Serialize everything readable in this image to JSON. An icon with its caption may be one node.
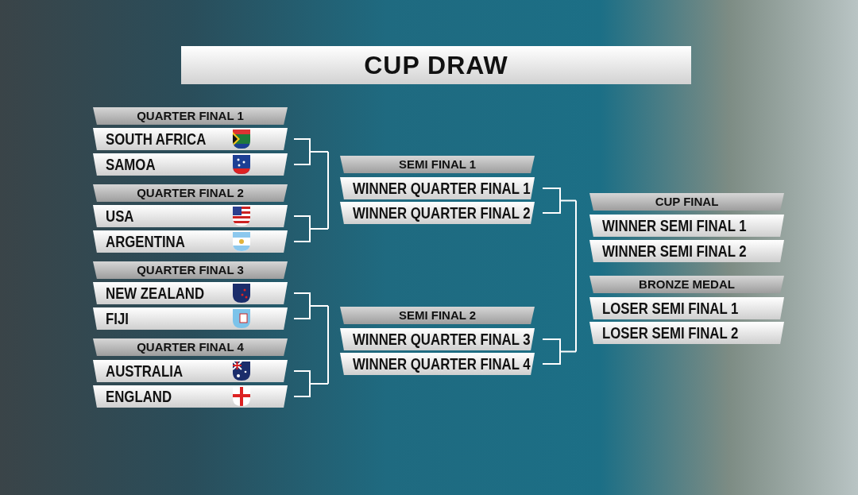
{
  "diagram": {
    "title": "CUP DRAW",
    "nodes": [
      {
        "text": [
          "QUARTER FINAL 1"
        ]
      },
      {
        "text": [
          "SOUTH AFRICA"
        ]
      },
      {
        "text": [
          "SAMOA"
        ]
      },
      {
        "text": [
          "QUARTER FINAL 2"
        ]
      },
      {
        "text": [
          "USA"
        ]
      },
      {
        "text": [
          "ARGENTINA"
        ]
      },
      {
        "text": [
          "QUARTER FINAL 3"
        ]
      },
      {
        "text": [
          "NEW ZEALAND"
        ]
      },
      {
        "text": [
          "FIJI"
        ]
      },
      {
        "text": [
          "QUARTER FINAL 4"
        ]
      },
      {
        "text": [
          "AUSTRALIA"
        ]
      },
      {
        "text": [
          "ENGLAND"
        ]
      },
      {
        "text": [
          "SEMI FINAL 1"
        ]
      },
      {
        "text": [
          "WINNER QUARTER FINAL 1"
        ]
      },
      {
        "text": [
          "WINNER QUARTER FINAL 2"
        ]
      },
      {
        "text": [
          "SEMI FINAL 2"
        ]
      },
      {
        "text": [
          "WINNER QUARTER FINAL 3"
        ]
      },
      {
        "text": [
          "WINNER QUARTER FINAL 4"
        ]
      },
      {
        "text": [
          "CUP FINAL"
        ]
      },
      {
        "text": [
          "WINNER SEMI FINAL 1"
        ]
      },
      {
        "text": [
          "WINNER SEMI FINAL 2"
        ]
      },
      {
        "text": [
          "BRONZE MEDAL"
        ]
      },
      {
        "text": [
          "LOSER SEMI FINAL 1"
        ]
      },
      {
        "text": [
          "LOSER SEMI FINAL 2"
        ]
      }
    ],
    "edges": []
  }
}
